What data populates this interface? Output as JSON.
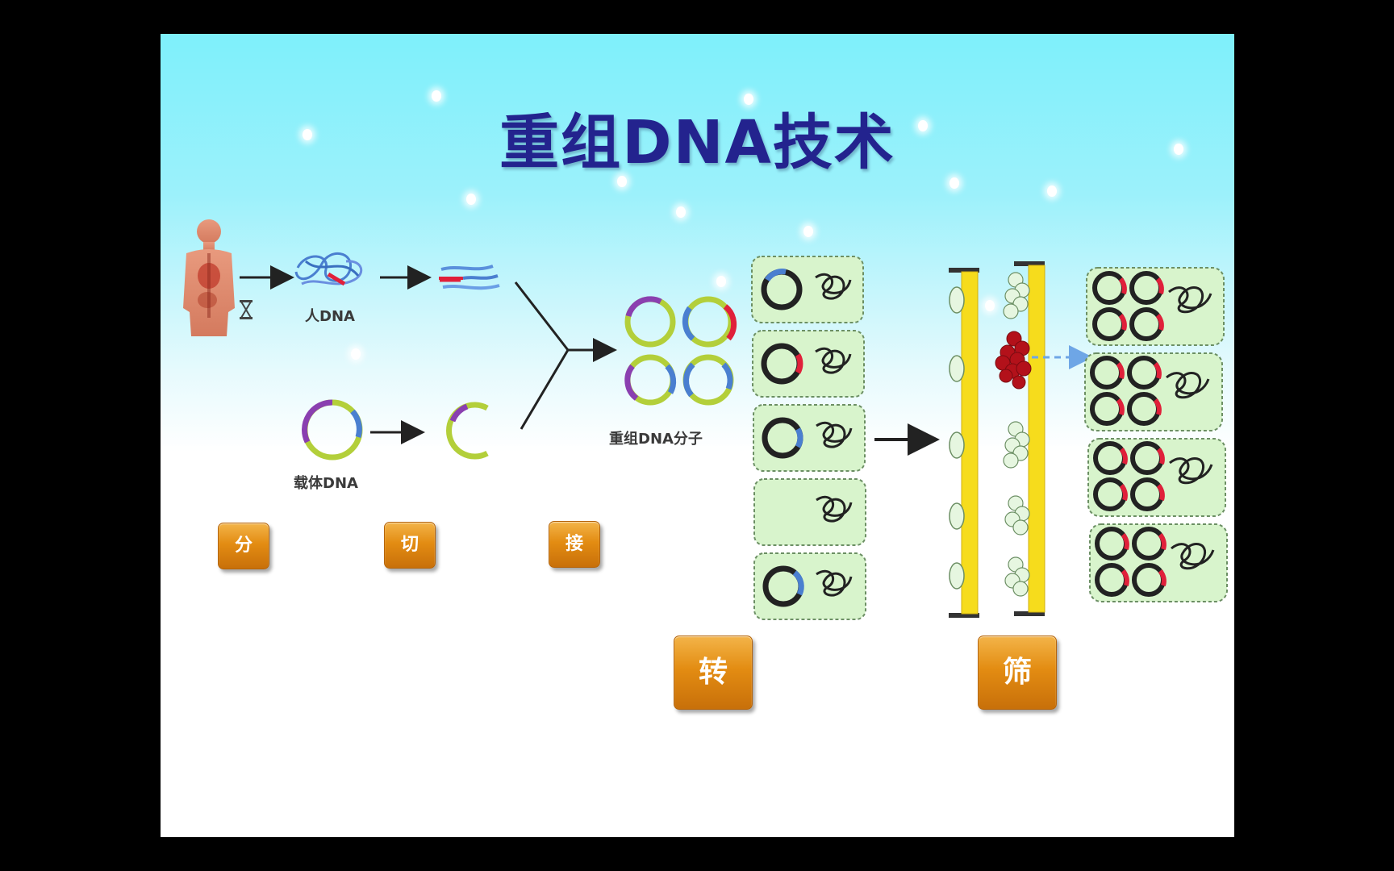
{
  "title": "重组DNA技术",
  "labels": {
    "human_dna": "人DNA",
    "vector_dna": "载体DNA",
    "recombinant_dna": "重组DNA分子"
  },
  "buttons": {
    "separate": "分",
    "cut": "切",
    "join": "接",
    "transform": "转",
    "screen": "筛"
  },
  "colors": {
    "title": "#23238e",
    "button": "#e38c12",
    "cell_fill": "#d8f4cc",
    "plate_bar": "#f6dc1c",
    "dna_red": "#e0203a",
    "dna_blue": "#4a7fd0",
    "dna_purple": "#8a3fb0",
    "dna_green": "#b3cf3a"
  }
}
